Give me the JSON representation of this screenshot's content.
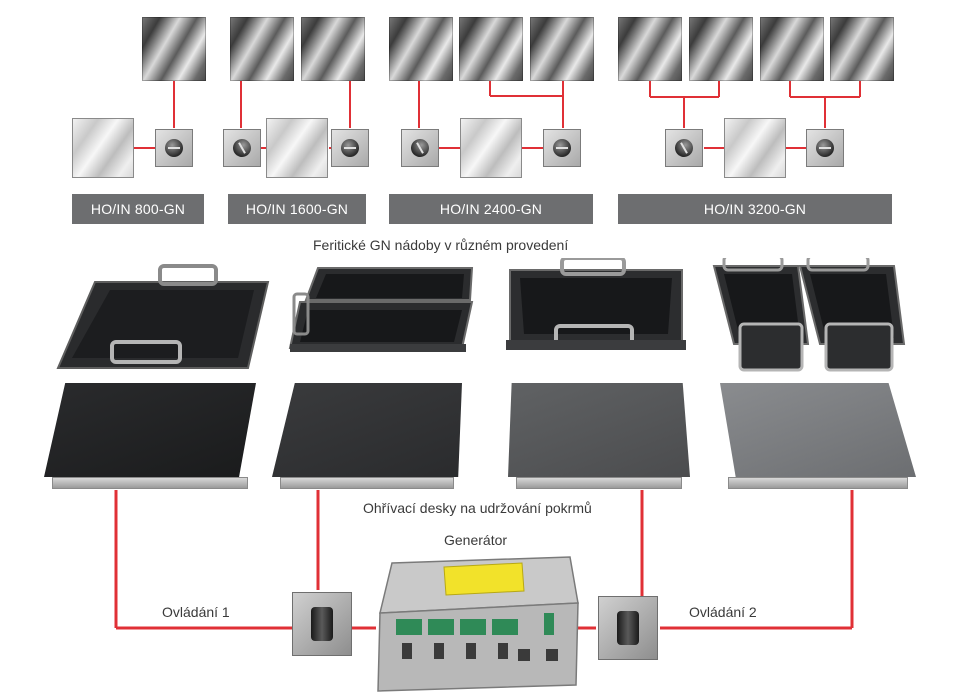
{
  "models": [
    {
      "label": "HO/IN 800-GN"
    },
    {
      "label": "HO/IN 1600-GN"
    },
    {
      "label": "HO/IN 2400-GN"
    },
    {
      "label": "HO/IN 3200-GN"
    }
  ],
  "captions": {
    "pans": "Feritické GN nádoby v různém provedení",
    "plates": "Ohřívací desky na udržování pokrmů",
    "generator": "Generátor",
    "control_1": "Ovládání 1",
    "control_2": "Ovládání 2"
  },
  "colors": {
    "wire": "#e03036",
    "label_bar": "#6d6e70",
    "generator_sticker": "#f2e22a",
    "connector": "#2f8a57"
  }
}
